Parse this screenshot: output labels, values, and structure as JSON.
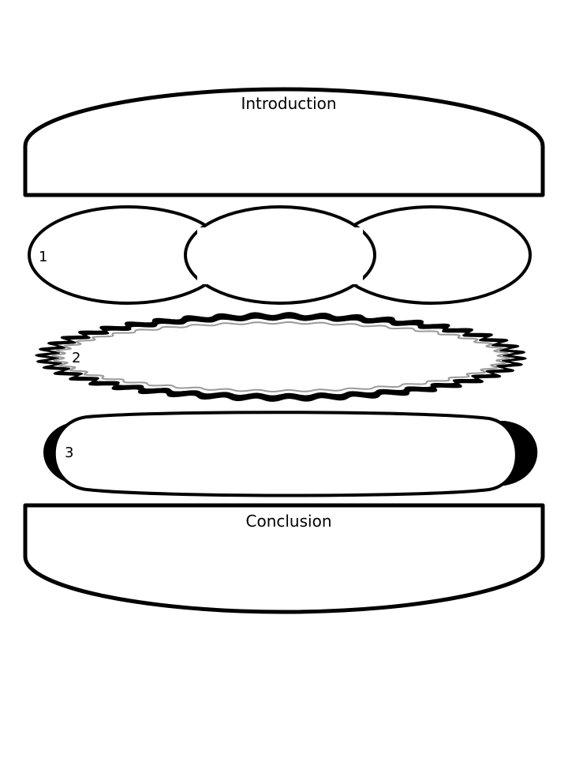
{
  "sections": {
    "top_bun": {
      "label": "Introduction"
    },
    "layer1": {
      "label": "1"
    },
    "layer2": {
      "label": "2"
    },
    "layer3": {
      "label": "3"
    },
    "bottom_bun": {
      "label": "Conclusion"
    }
  },
  "colors": {
    "stroke": "#000000",
    "fill": "#ffffff",
    "inner_wave": "#9a9a9a"
  }
}
